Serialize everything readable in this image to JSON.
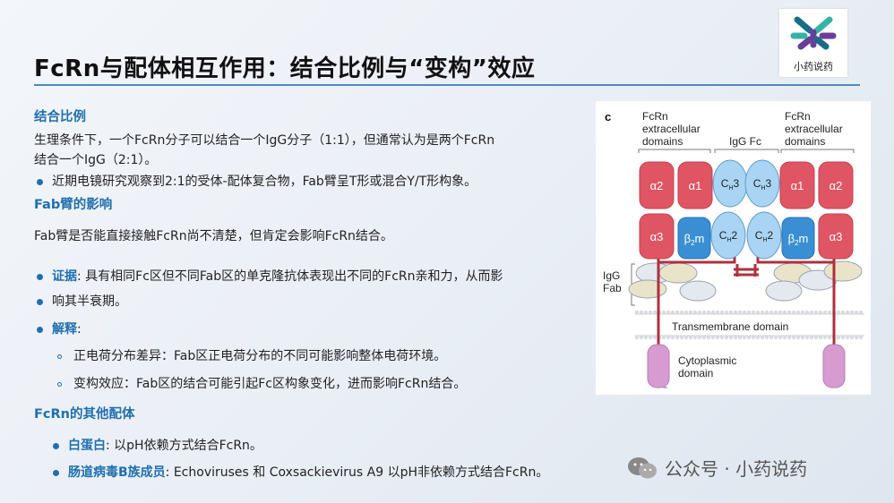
{
  "title": "FcRn与配体相互作用：结合比例与“变构”效应",
  "logo": {
    "text": "小药说药",
    "colors": [
      "#1a6b8a",
      "#6a3d9a",
      "#35b3a5"
    ]
  },
  "sections": {
    "ratio": {
      "heading": "结合比例",
      "para_line1": "生理条件下，一个FcRn分子可以结合一个IgG分子（1:1），但通常认为是两个FcRn",
      "para_line2": "结合一个IgG（2:1）。",
      "bullet": "近期电镜研究观察到2:1的受体-配体复合物，Fab臂呈T形或混合Y/T形构象。"
    },
    "fab": {
      "heading": "Fab臂的影响",
      "para": "Fab臂是否能直接接触FcRn尚不清楚，但肯定会影响FcRn结合。",
      "evidence_label": "证据",
      "evidence_line1": ": 具有相同Fc区但不同Fab区的单克隆抗体表现出不同的FcRn亲和力，从而影",
      "evidence_line2": "响其半衰期。",
      "explain_label": "解释",
      "explain_colon": ":",
      "sub1": "正电荷分布差异：Fab区正电荷分布的不同可能影响整体电荷环境。",
      "sub2": "变构效应：Fab区的结合可能引起Fc区构象变化，进而影响FcRn结合。"
    },
    "other": {
      "heading": "FcRn的其他配体",
      "b1_label": "白蛋白",
      "b1_text": ": 以pH依赖方式结合FcRn。",
      "b2_label": "肠道病毒B族成员",
      "b2_text": ": Echoviruses 和 Coxsackievirus A9 以pH非依赖方式结合FcRn。"
    }
  },
  "figure": {
    "panel_letter": "c",
    "label_left_1": "FcRn",
    "label_left_2": "extracellular",
    "label_left_3": "domains",
    "label_center": "IgG Fc",
    "label_right_1": "FcRn",
    "label_right_2": "extracellular",
    "label_right_3": "domains",
    "alpha1": "α1",
    "alpha2": "α2",
    "alpha3": "α3",
    "b2m": "β",
    "b2m_sub": "2",
    "b2m_m": "m",
    "ch": "C",
    "ch_sub": "H",
    "ch2": "2",
    "ch3": "3",
    "igg_fab_1": "IgG",
    "igg_fab_2": "Fab",
    "transmembrane": "Transmembrane domain",
    "cyto_1": "Cytoplasmic",
    "cyto_2": "domain",
    "colors": {
      "alpha": "#e05563",
      "b2m": "#3a8fd4",
      "fc": "#a9d4f3",
      "fab": "#e9e4c9",
      "fab_light": "#e4e8ef",
      "cyto": "#d69bd0",
      "tether": "#b0303c"
    }
  },
  "watermark": {
    "text": "公众号 · 小药说药"
  }
}
